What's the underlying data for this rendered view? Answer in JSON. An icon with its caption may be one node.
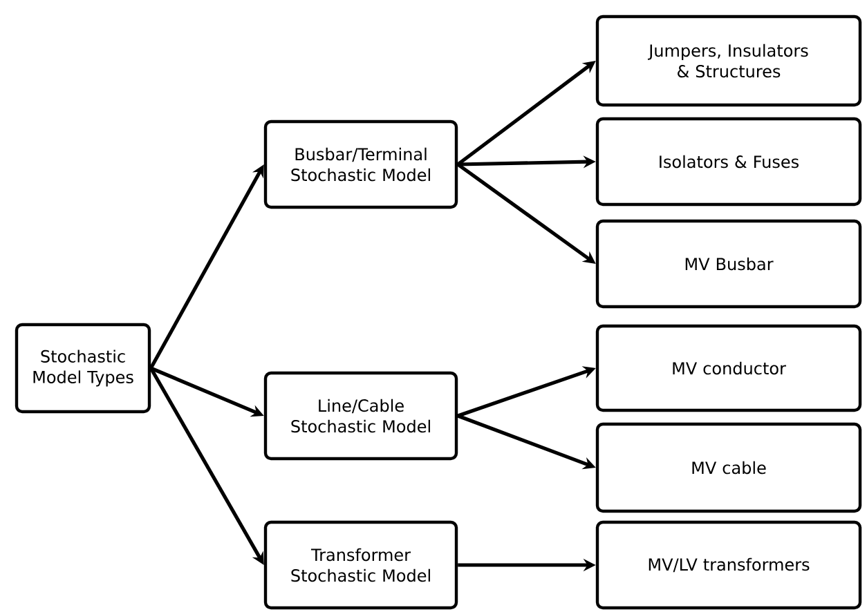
{
  "diagram": {
    "nodes": [
      {
        "text": [
          "Stochastic Model Types"
        ]
      },
      {
        "text": [
          "Busbar/Terminal Stochastic Model"
        ]
      },
      {
        "text": [
          "Line/Cable Stochastic Model"
        ]
      },
      {
        "text": [
          "Transformer Stochastic Model"
        ]
      },
      {
        "text": [
          "Jumpers, Insulators & Structures"
        ]
      },
      {
        "text": [
          "Isolators & Fuses"
        ]
      },
      {
        "text": [
          "MV Busbar"
        ]
      },
      {
        "text": [
          "MV conductor"
        ]
      },
      {
        "text": [
          "MV cable"
        ]
      },
      {
        "text": [
          "MV/LV transformers"
        ]
      }
    ],
    "edges": [
      {
        "from": 0,
        "to": 1,
        "arrow": "to"
      },
      {
        "from": 0,
        "to": 2,
        "arrow": "to"
      },
      {
        "from": 0,
        "to": 3,
        "arrow": "to"
      },
      {
        "from": 1,
        "to": 4,
        "arrow": "to"
      },
      {
        "from": 1,
        "to": 5,
        "arrow": "to"
      },
      {
        "from": 1,
        "to": 6,
        "arrow": "to"
      },
      {
        "from": 2,
        "to": 7,
        "arrow": "to"
      },
      {
        "from": 2,
        "to": 8,
        "arrow": "to"
      },
      {
        "from": 3,
        "to": 9,
        "arrow": "to"
      }
    ]
  }
}
